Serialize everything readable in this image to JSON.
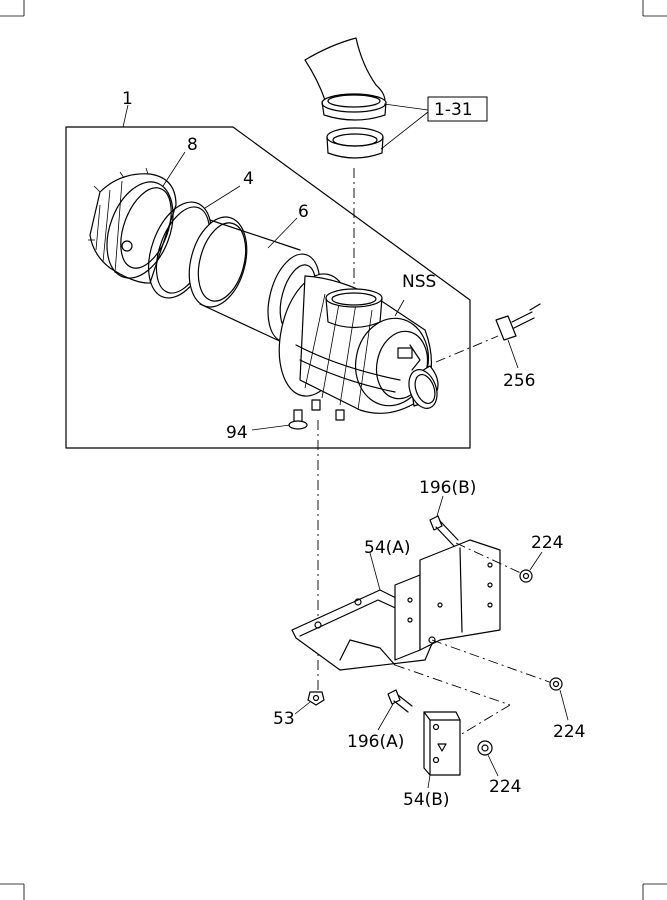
{
  "labels": {
    "assembly": "1",
    "ref_box": "1-31",
    "cover": "8",
    "gasket": "4",
    "element": "6",
    "nss": "NSS",
    "sensor": "256",
    "mount_bolt": "94",
    "bolt_b": "196(B)",
    "bracket_a": "54(A)",
    "nut_upper": "224",
    "nut_right": "224",
    "nut_lower": "224",
    "nut_53": "53",
    "bolt_a": "196(A)",
    "bracket_b": "54(B)"
  }
}
